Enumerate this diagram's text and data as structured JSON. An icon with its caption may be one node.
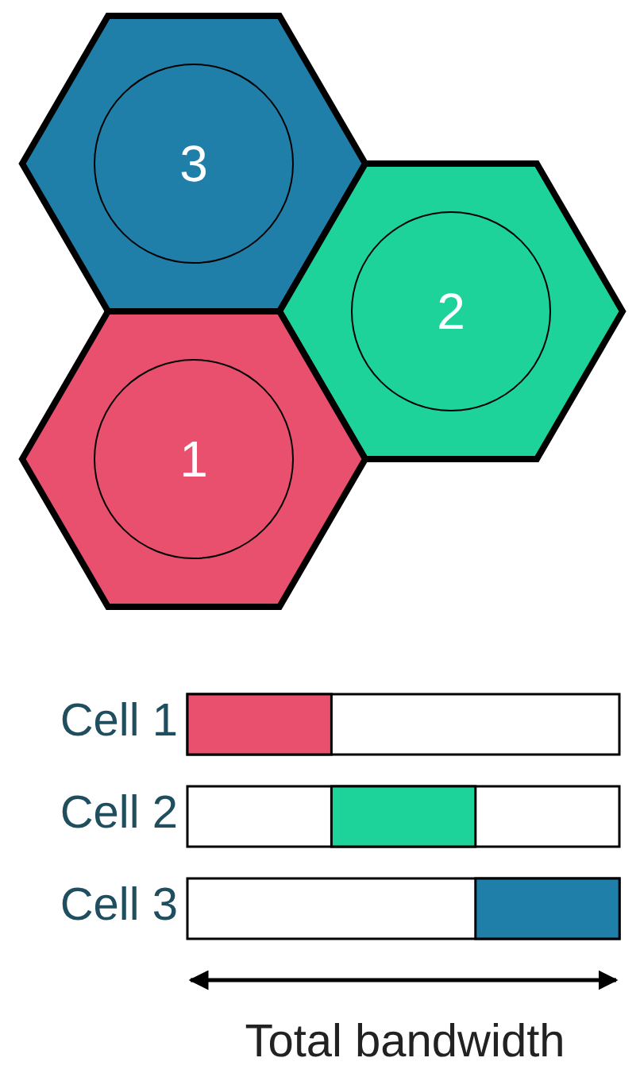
{
  "diagram": {
    "nodes": [
      {
        "text": [],
        "shape": "hexagon"
      },
      {
        "text": [
          "3"
        ],
        "in": 0
      },
      {
        "text": [],
        "shape": "hexagon"
      },
      {
        "text": [
          "2"
        ],
        "in": 2
      },
      {
        "text": [],
        "shape": "hexagon"
      },
      {
        "text": [
          "1"
        ],
        "in": 4
      }
    ],
    "edges": [],
    "labels": [
      "Cell 1",
      "Cell 2",
      "Cell 3",
      "Total bandwidth"
    ]
  }
}
